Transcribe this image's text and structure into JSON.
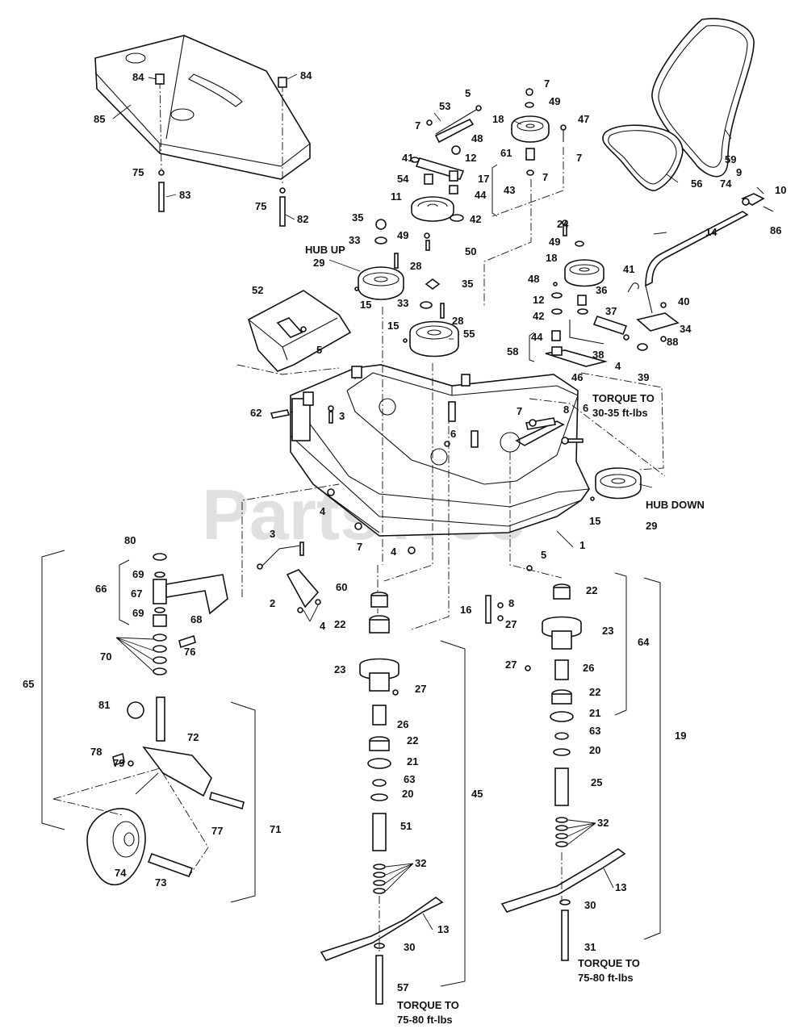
{
  "watermark": "PartsTree",
  "notes": {
    "hub_up": "HUB UP",
    "hub_down": "HUB DOWN",
    "torque_1_a": "TORQUE TO",
    "torque_1_b": "30-35 ft-lbs",
    "torque_2_a": "TORQUE TO",
    "torque_2_b": "75-80 ft-lbs",
    "torque_3_a": "TORQUE TO",
    "torque_3_b": "75-80 ft-lbs"
  },
  "labels": {
    "c1": "1",
    "c2": "2",
    "c3a": "3",
    "c3b": "3",
    "c4a": "4",
    "c4b": "4",
    "c4c": "4",
    "c4d": "4",
    "c5a": "5",
    "c5b": "5",
    "c5c": "5",
    "c6a": "6",
    "c6b": "6",
    "c7a": "7",
    "c7b": "7",
    "c7c": "7",
    "c7d": "7",
    "c7e": "7",
    "c7f": "7",
    "c8a": "8",
    "c8b": "8",
    "c9": "9",
    "c10": "10",
    "c11": "11",
    "c12a": "12",
    "c12b": "12",
    "c13a": "13",
    "c13b": "13",
    "c14": "14",
    "c15a": "15",
    "c15b": "15",
    "c15c": "15",
    "c16": "16",
    "c17": "17",
    "c18a": "18",
    "c18b": "18",
    "c19": "19",
    "c20a": "20",
    "c20b": "20",
    "c21a": "21",
    "c21b": "21",
    "c22a": "22",
    "c22b": "22",
    "c22c": "22",
    "c22d": "22",
    "c23a": "23",
    "c23b": "23",
    "c24": "24",
    "c25": "25",
    "c26a": "26",
    "c26b": "26",
    "c27a": "27",
    "c27b": "27",
    "c27c": "27",
    "c28a": "28",
    "c28b": "28",
    "c29a": "29",
    "c29b": "29",
    "c30a": "30",
    "c30b": "30",
    "c31": "31",
    "c32a": "32",
    "c32b": "32",
    "c33a": "33",
    "c33b": "33",
    "c34": "34",
    "c35a": "35",
    "c35b": "35",
    "c36": "36",
    "c37": "37",
    "c38": "38",
    "c39": "39",
    "c40": "40",
    "c41a": "41",
    "c41b": "41",
    "c42a": "42",
    "c42b": "42",
    "c43": "43",
    "c44a": "44",
    "c44b": "44",
    "c45": "45",
    "c46": "46",
    "c47": "47",
    "c48a": "48",
    "c48b": "48",
    "c49a": "49",
    "c49b": "49",
    "c49c": "49",
    "c50": "50",
    "c51": "51",
    "c52": "52",
    "c53": "53",
    "c54": "54",
    "c55": "55",
    "c56": "56",
    "c57": "57",
    "c58": "58",
    "c59": "59",
    "c60": "60",
    "c61": "61",
    "c62": "62",
    "c63a": "63",
    "c63b": "63",
    "c64": "64",
    "c65": "65",
    "c66": "66",
    "c67": "67",
    "c68": "68",
    "c69a": "69",
    "c69b": "69",
    "c70": "70",
    "c71": "71",
    "c72": "72",
    "c73": "73",
    "c74a": "74",
    "c74b": "74",
    "c75a": "75",
    "c75b": "75",
    "c76": "76",
    "c77": "77",
    "c78": "78",
    "c79": "79",
    "c80": "80",
    "c81": "81",
    "c82": "82",
    "c83": "83",
    "c84a": "84",
    "c84b": "84",
    "c85": "85",
    "c86": "86",
    "c88": "88"
  }
}
